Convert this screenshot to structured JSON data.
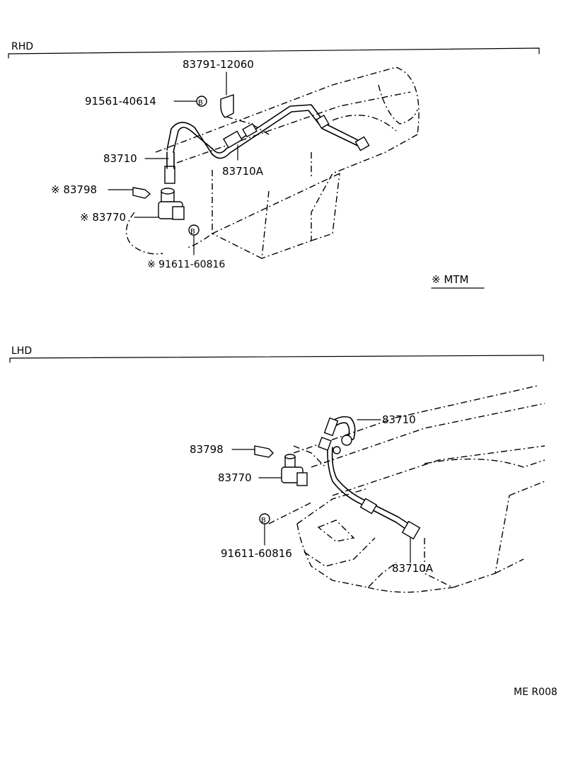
{
  "sections": {
    "rhd": {
      "title": "RHD",
      "note": "※ MTM",
      "labels": {
        "bracket": "83791-12060",
        "bolt_top": "91561-40614",
        "cable": "83710",
        "cable_a": "83710A",
        "clip": "※ 83798",
        "driven_gear": "※ 83770",
        "bolt_bottom": "※ 91611-60816"
      },
      "bolt_mark": "B"
    },
    "lhd": {
      "title": "LHD",
      "labels": {
        "cable": "83710",
        "clip": "83798",
        "driven_gear": "83770",
        "bolt": "91611-60816",
        "cable_a": "83710A"
      },
      "bolt_mark": "B"
    }
  },
  "footer": {
    "code": "ME  R008"
  }
}
